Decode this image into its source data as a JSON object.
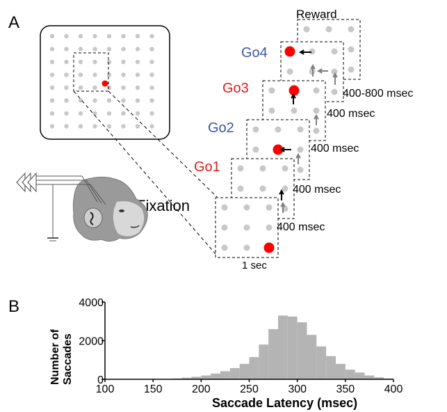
{
  "panels": {
    "a": "A",
    "b": "B"
  },
  "task": {
    "reward": "Reward",
    "go4": "Go4",
    "go3": "Go3",
    "go2": "Go2",
    "go1": "Go1",
    "fixation": "Fixation",
    "t_reward": "400-800 msec",
    "t_go4": "400 msec",
    "t_go3": "400 msec",
    "t_go2": "400 msec",
    "t_go1": "400 msec",
    "t_fix": "1 sec",
    "colors": {
      "red": "#e41a1c",
      "blue": "#3d54a8",
      "dot": "#c8c8c8",
      "arrow_gray": "#808080"
    }
  },
  "chart_data": {
    "type": "bar",
    "xlabel": "Saccade Latency (msec)",
    "ylabel_line1": "Number of",
    "ylabel_line2": "Saccades",
    "xlim": [
      100,
      400
    ],
    "ylim": [
      0,
      4000
    ],
    "xticks": [
      "100",
      "150",
      "200",
      "250",
      "300",
      "350",
      "400"
    ],
    "yticks": [
      "0",
      "2000",
      "4000"
    ],
    "bin_width": 10,
    "bin_starts": [
      160,
      170,
      180,
      190,
      200,
      210,
      220,
      230,
      240,
      250,
      260,
      270,
      280,
      290,
      300,
      310,
      320,
      330,
      340,
      350,
      360,
      370,
      380,
      390
    ],
    "values": [
      20,
      40,
      80,
      130,
      200,
      300,
      420,
      580,
      800,
      1150,
      1800,
      2600,
      3300,
      3250,
      2950,
      2300,
      1700,
      1200,
      800,
      500,
      350,
      200,
      100,
      40
    ],
    "bar_color": "#b4b4b4"
  }
}
